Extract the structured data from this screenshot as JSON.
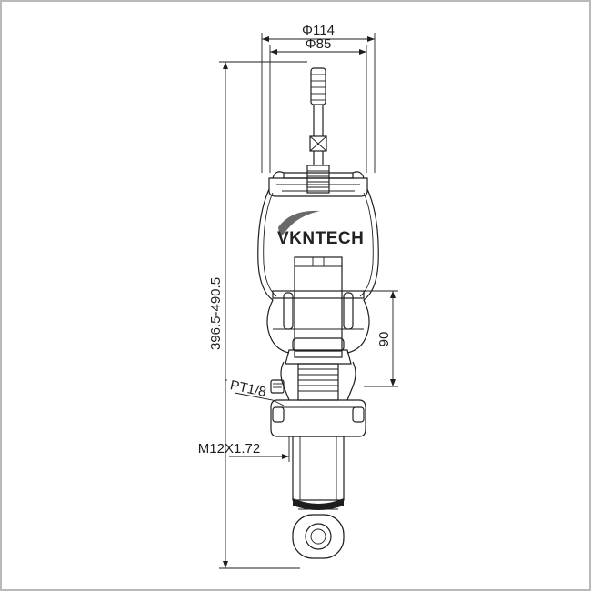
{
  "drawing": {
    "brand_logo": "VKNTECH",
    "dimensions": {
      "outer_diameter": "Φ114",
      "inner_diameter": "Φ85",
      "length_range": "396.5-490.5",
      "height_90": "90",
      "port_thread": "PT1/8",
      "bolt_thread": "M12X1.72"
    }
  },
  "colors": {
    "line": "#1e1e1e",
    "border": "#b9b9b9",
    "background": "#ffffff"
  }
}
